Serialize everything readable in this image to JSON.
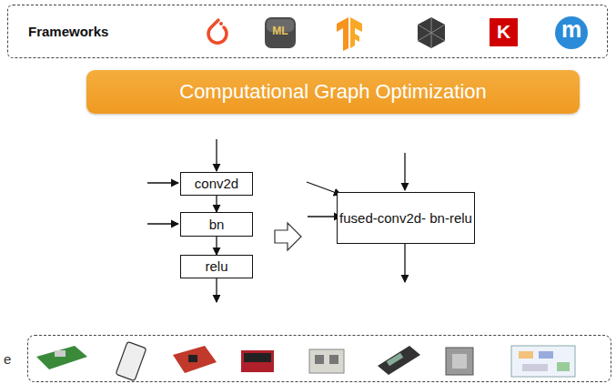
{
  "diagram": {
    "nodes": [
      {
        "text": [
          "Frameworks"
        ]
      },
      {
        "text": [
          "Computational Graph Optimization"
        ]
      },
      {
        "text": [
          "conv2d"
        ]
      },
      {
        "text": [
          "bn"
        ]
      },
      {
        "text": [
          "relu"
        ]
      },
      {
        "text": [
          "fused-conv2d- bn-relu"
        ]
      },
      {
        "text": [
          "e"
        ]
      }
    ],
    "edges": [
      {
        "from": 2,
        "to": 3,
        "arrow": "to"
      },
      {
        "from": 3,
        "to": 4,
        "arrow": "to"
      }
    ],
    "labels": [
      "ML",
      "K",
      "m"
    ]
  }
}
